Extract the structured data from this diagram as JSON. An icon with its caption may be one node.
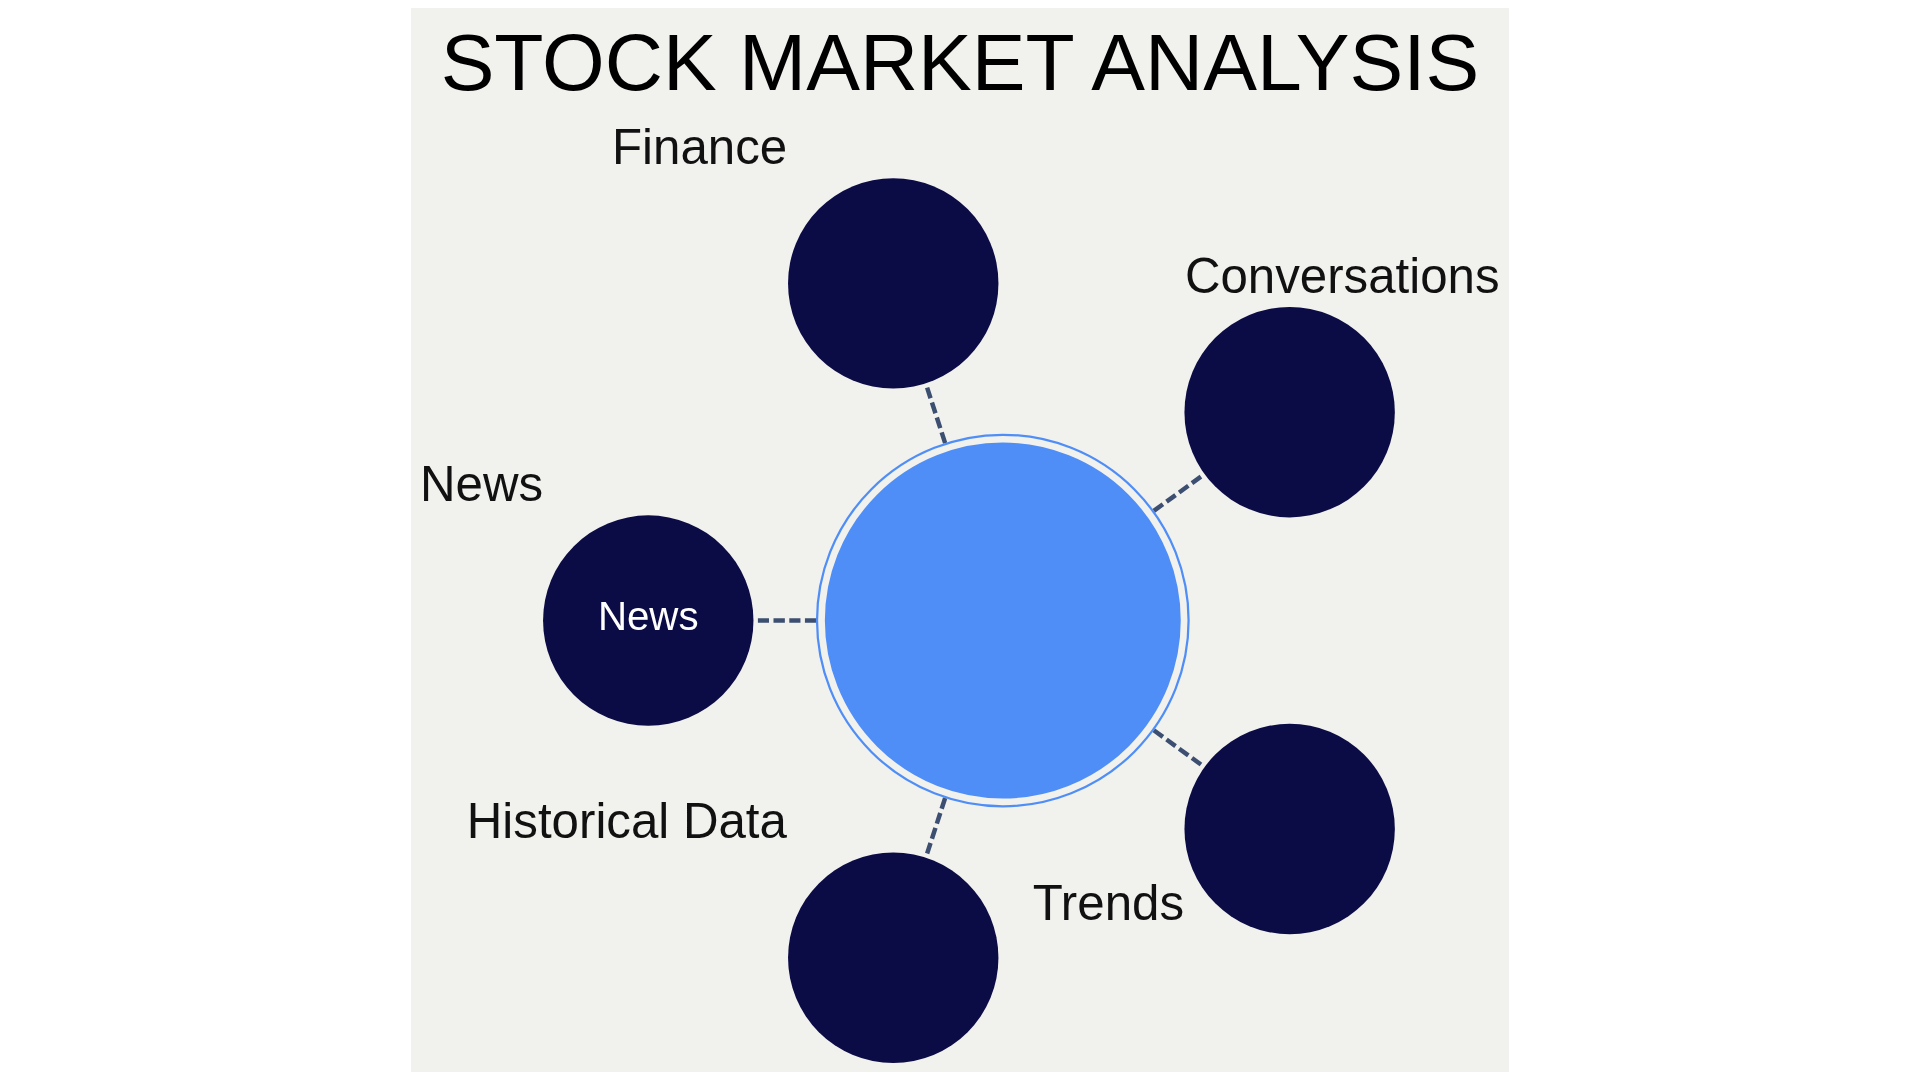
{
  "diagram": {
    "title": "STOCK MARKET ANALYSIS",
    "nodes": [
      {
        "text": [],
        "shape": "badge"
      },
      {
        "text": [],
        "shape": "circle",
        "beside": [
          "Conversations"
        ]
      },
      {
        "text": [],
        "shape": "circle",
        "beside": [
          "Finance"
        ]
      },
      {
        "text": [
          "News"
        ],
        "beside": [
          "News"
        ]
      },
      {
        "text": [],
        "shape": "circle",
        "beside": [
          "Historical Data"
        ]
      },
      {
        "text": [],
        "shape": "circle",
        "beside": [
          "Trends"
        ]
      }
    ],
    "edges": [
      {
        "from": 0,
        "to": 1,
        "arrow": "none",
        "style": "dashed"
      },
      {
        "from": 0,
        "to": 2,
        "arrow": "none",
        "style": "dashed"
      },
      {
        "from": 0,
        "to": 3,
        "arrow": "none",
        "style": "dashed"
      },
      {
        "from": 0,
        "to": 4,
        "arrow": "none",
        "style": "dashed"
      },
      {
        "from": 0,
        "to": 5,
        "arrow": "none",
        "style": "dashed"
      }
    ]
  }
}
